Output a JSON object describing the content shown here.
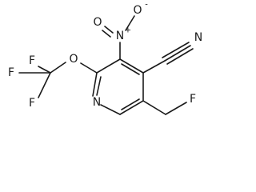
{
  "structure": {
    "atoms": {
      "nitro_o_top": "O",
      "nitro_o_minus_charge": "-",
      "nitro_n": "N",
      "nitro_n_plus_charge": "+",
      "nitro_o_left": "O",
      "ether_o": "O",
      "cf3_f_top": "F",
      "cf3_f_left": "F",
      "cf3_f_bottom": "F",
      "ring_n": "N",
      "nitrile_n": "N",
      "ch2f_f": "F"
    }
  }
}
